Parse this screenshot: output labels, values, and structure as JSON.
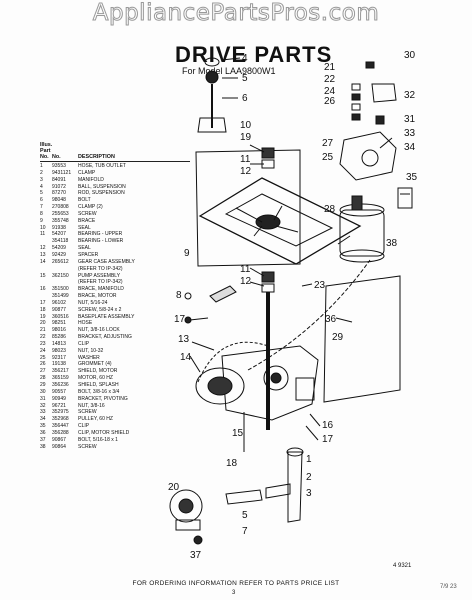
{
  "watermark": "AppliancePartsPros.com",
  "title": "DRIVE PARTS",
  "subtitle": "For Model LAA9800W1",
  "table": {
    "header_illus": "Illus. Part",
    "header_no": "No.",
    "header_partno": "No.",
    "header_desc": "DESCRIPTION",
    "rows": [
      {
        "no": "1",
        "part": "93553",
        "desc": "HOSE, TUB OUTLET"
      },
      {
        "no": "2",
        "part": "9431121",
        "desc": "CLAMP"
      },
      {
        "no": "3",
        "part": "84091",
        "desc": "MANIFOLD"
      },
      {
        "no": "4",
        "part": "91072",
        "desc": "BALL, SUSPENSION"
      },
      {
        "no": "5",
        "part": "87270",
        "desc": "ROD, SUSPENSION"
      },
      {
        "no": "6",
        "part": "98048",
        "desc": "BOLT"
      },
      {
        "no": "7",
        "part": "270808",
        "desc": "CLAMP (2)"
      },
      {
        "no": "8",
        "part": "255653",
        "desc": "SCREW"
      },
      {
        "no": "9",
        "part": "355748",
        "desc": "BRACE"
      },
      {
        "no": "10",
        "part": "91938",
        "desc": "SEAL"
      },
      {
        "no": "11",
        "part": "54207",
        "desc": "BEARING - UPPER"
      },
      {
        "no": "",
        "part": "354118",
        "desc": "BEARING - LOWER"
      },
      {
        "no": "12",
        "part": "54209",
        "desc": "SEAL"
      },
      {
        "no": "13",
        "part": "92429",
        "desc": "SPACER"
      },
      {
        "no": "14",
        "part": "265612",
        "desc": "GEAR CASE ASSEMBLY"
      },
      {
        "no": "",
        "part": "",
        "desc": "(REFER TO IP-342)"
      },
      {
        "no": "15",
        "part": "362150",
        "desc": "PUMP ASSEMBLY"
      },
      {
        "no": "",
        "part": "",
        "desc": "(REFER TO IP-342)"
      },
      {
        "no": "16",
        "part": "351500",
        "desc": "BRACE, MANIFOLD"
      },
      {
        "no": "",
        "part": "351499",
        "desc": "BRACE, MOTOR"
      },
      {
        "no": "17",
        "part": "96102",
        "desc": "NUT, 5/16-24"
      },
      {
        "no": "18",
        "part": "90877",
        "desc": "SCREW, 5/8-24 x 2"
      },
      {
        "no": "19",
        "part": "360516",
        "desc": "BASEPLATE ASSEMBLY"
      },
      {
        "no": "20",
        "part": "98251",
        "desc": "HOSE"
      },
      {
        "no": "21",
        "part": "98016",
        "desc": "NUT, 3/8-16 LOCK"
      },
      {
        "no": "22",
        "part": "85286",
        "desc": "BRACKET, ADJUSTING"
      },
      {
        "no": "23",
        "part": "14813",
        "desc": "CLIP"
      },
      {
        "no": "24",
        "part": "98023",
        "desc": "NUT, 10-32"
      },
      {
        "no": "25",
        "part": "92317",
        "desc": "WASHER"
      },
      {
        "no": "26",
        "part": "19138",
        "desc": "GROMMET (4)"
      },
      {
        "no": "27",
        "part": "356217",
        "desc": "SHIELD, MOTOR"
      },
      {
        "no": "28",
        "part": "365159",
        "desc": "MOTOR, 60 HZ"
      },
      {
        "no": "29",
        "part": "356236",
        "desc": "SHIELD, SPLASH"
      },
      {
        "no": "30",
        "part": "90557",
        "desc": "BOLT, 3/8-16 x 3/4"
      },
      {
        "no": "31",
        "part": "90949",
        "desc": "BRACKET, PIVOTING"
      },
      {
        "no": "32",
        "part": "96721",
        "desc": "NUT, 3/8-16"
      },
      {
        "no": "33",
        "part": "352975",
        "desc": "SCREW"
      },
      {
        "no": "34",
        "part": "352968",
        "desc": "PULLEY, 60 HZ"
      },
      {
        "no": "35",
        "part": "356447",
        "desc": "CLIP"
      },
      {
        "no": "36",
        "part": "356288",
        "desc": "CLIP, MOTOR SHIELD"
      },
      {
        "no": "37",
        "part": "90867",
        "desc": "BOLT, 5/16-18 x 1"
      },
      {
        "no": "38",
        "part": "90864",
        "desc": "SCREW"
      }
    ]
  },
  "callouts": {
    "c30": "30",
    "c21": "21",
    "c22": "22",
    "c24": "24",
    "c26": "26",
    "c32": "32",
    "c31": "31",
    "c33": "33",
    "c34": "34",
    "c27": "27",
    "c25": "25",
    "c35": "35",
    "c28": "28",
    "c38": "38",
    "c4": "4",
    "c5": "5",
    "c6": "6",
    "c10": "10",
    "c19": "19",
    "c11a": "11",
    "c12a": "12",
    "c9": "9",
    "c11b": "11",
    "c12b": "12",
    "c8": "8",
    "c23": "23",
    "c17a": "17",
    "c36": "36",
    "c29": "29",
    "c13": "13",
    "c14": "14",
    "c16": "16",
    "c17b": "17",
    "c15": "15",
    "c18": "18",
    "c1": "1",
    "c2": "2",
    "c3": "3",
    "c5b": "5",
    "c7": "7",
    "c20": "20",
    "c37": "37"
  },
  "fig_number": "4 9321",
  "footer": "FOR ORDERING INFORMATION REFER TO PARTS PRICE LIST",
  "page_mark": "3",
  "corner_mark": "7/9 23"
}
